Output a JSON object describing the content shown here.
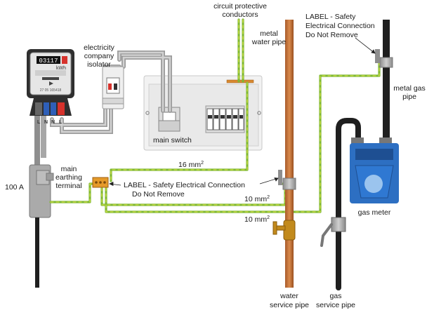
{
  "labels": {
    "cpc_line1": "circuit protective",
    "cpc_line2": "conductors",
    "metal_water_line1": "metal",
    "metal_water_line2": "water pipe",
    "label_top_line1": "LABEL - Safety",
    "label_top_line2": "Electrical Connection",
    "label_top_line3": "Do Not Remove",
    "iso_line1": "electricity",
    "iso_line2": "company",
    "iso_line3": "isolator",
    "metal_gas_line1": "metal gas",
    "metal_gas_line2": "pipe",
    "main_switch": "main switch",
    "main_earth_line1": "main",
    "main_earth_line2": "earthing",
    "main_earth_line3": "terminal",
    "label_mid_line1": "LABEL - Safety Electrical Connection",
    "label_mid_line2": "Do Not Remove",
    "amp": "100 A",
    "size_16": "16 mm",
    "size_10a": "10 mm",
    "size_10b": "10 mm",
    "sup2": "2",
    "gas_meter": "gas meter",
    "water_service_line1": "water",
    "water_service_line2": "service pipe",
    "gas_service_line1": "gas",
    "gas_service_line2": "service pipe"
  },
  "meter": {
    "reading": "03117",
    "unit": "kWh",
    "serial": "27 05 165418",
    "terminals": [
      "L",
      "N",
      "N",
      "L"
    ]
  },
  "colors": {
    "earth_green": "#8cc63f",
    "earth_yellow": "#f2e52a",
    "copper": "#c8733a",
    "gas_blue": "#2d6fc2",
    "cable_grey": "#b5b5b5",
    "phase_red": "#d6322c",
    "neutral_blue": "#2e5fb8"
  }
}
